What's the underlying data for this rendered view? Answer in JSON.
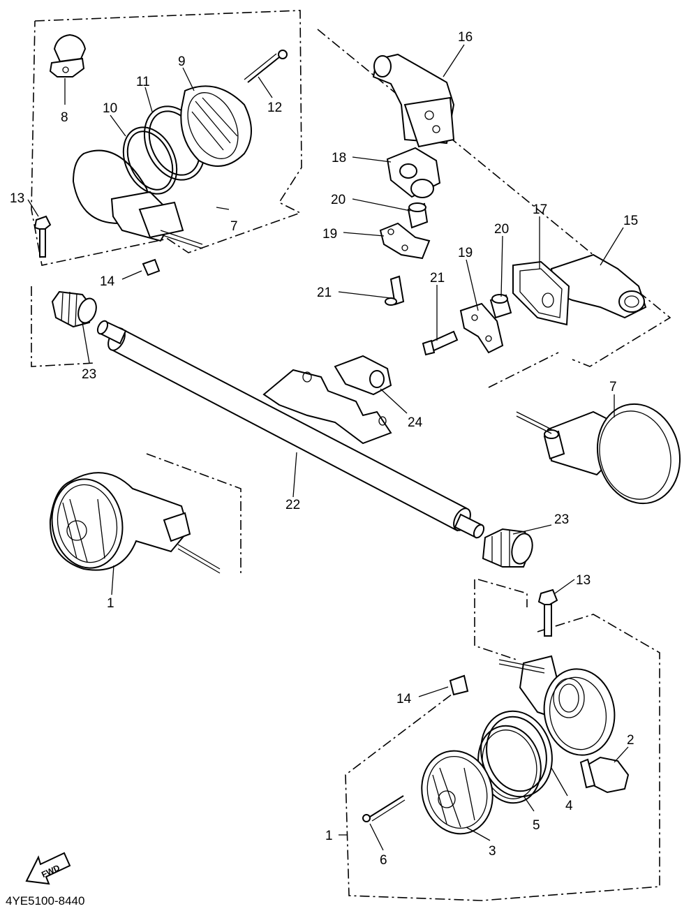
{
  "diagram_code": "4YE5100-8440",
  "forward_mark": "FWD",
  "callouts": {
    "c1a": "1",
    "c1b": "1",
    "c2": "2",
    "c3": "3",
    "c4": "4",
    "c5": "5",
    "c6": "6",
    "c7a": "7",
    "c7b": "7",
    "c8": "8",
    "c9": "9",
    "c10": "10",
    "c11": "11",
    "c12": "12",
    "c13a": "13",
    "c13b": "13",
    "c14a": "14",
    "c14b": "14",
    "c15": "15",
    "c16": "16",
    "c17": "17",
    "c18": "18",
    "c19a": "19",
    "c19b": "19",
    "c20a": "20",
    "c20b": "20",
    "c21a": "21",
    "c21b": "21",
    "c22": "22",
    "c23a": "23",
    "c23b": "23",
    "c24": "24"
  }
}
